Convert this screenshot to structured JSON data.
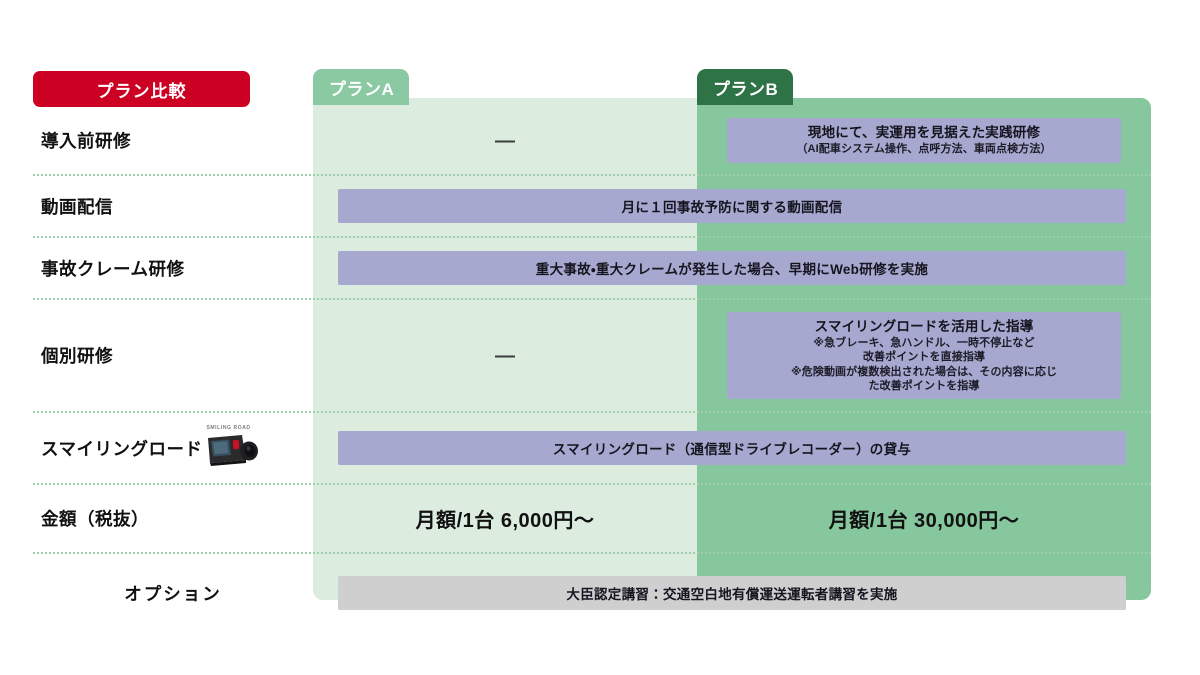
{
  "header": {
    "compare_badge": "プラン比較",
    "plan_a_tab": "プランA",
    "plan_b_tab": "プランB"
  },
  "colors": {
    "badge_red": "#cc0022",
    "plan_a_tab": "#8ac9a2",
    "plan_b_tab": "#2d7346",
    "plan_a_panel": "#dcecdf",
    "plan_b_panel": "#86c79d",
    "bar_purple": "#a7a8cf",
    "bar_gray": "#cfcfcf",
    "row_divider": "#9dcfae"
  },
  "rows": [
    {
      "label": "導入前研修",
      "plan_a": "—",
      "plan_b_title": "現地にて、実運用を見据えた実践研修",
      "plan_b_sub": "（AI配車システム操作、点呼方法、車両点検方法）"
    },
    {
      "label": "動画配信",
      "shared": "月に１回事故予防に関する動画配信"
    },
    {
      "label": "事故クレーム研修",
      "shared": "重大事故・重大クレームが発生した場合、早期にWeb研修を実施"
    },
    {
      "label": "個別研修",
      "plan_a": "—",
      "plan_b_title": "スマイリングロードを活用した指導",
      "plan_b_sub1": "※急ブレーキ、急ハンドル、一時不停止など",
      "plan_b_sub2": "改善ポイントを直接指導",
      "plan_b_sub3": "※危険動画が複数検出された場合は、その内容に応じ",
      "plan_b_sub4": "た改善ポイントを指導"
    },
    {
      "label": "スマイリングロード",
      "icon": "dashcam-icon",
      "icon_brand": "SMILING ROAD",
      "shared": "スマイリングロード（通信型ドライブレコーダー）の貸与"
    },
    {
      "label": "金額（税抜）",
      "plan_a": "月額/1台  6,000円〜",
      "plan_b": "月額/1台  30,000円〜"
    },
    {
      "label": "オプション",
      "shared": "大臣認定講習：交通空白地有償運送運転者講習を実施"
    }
  ]
}
